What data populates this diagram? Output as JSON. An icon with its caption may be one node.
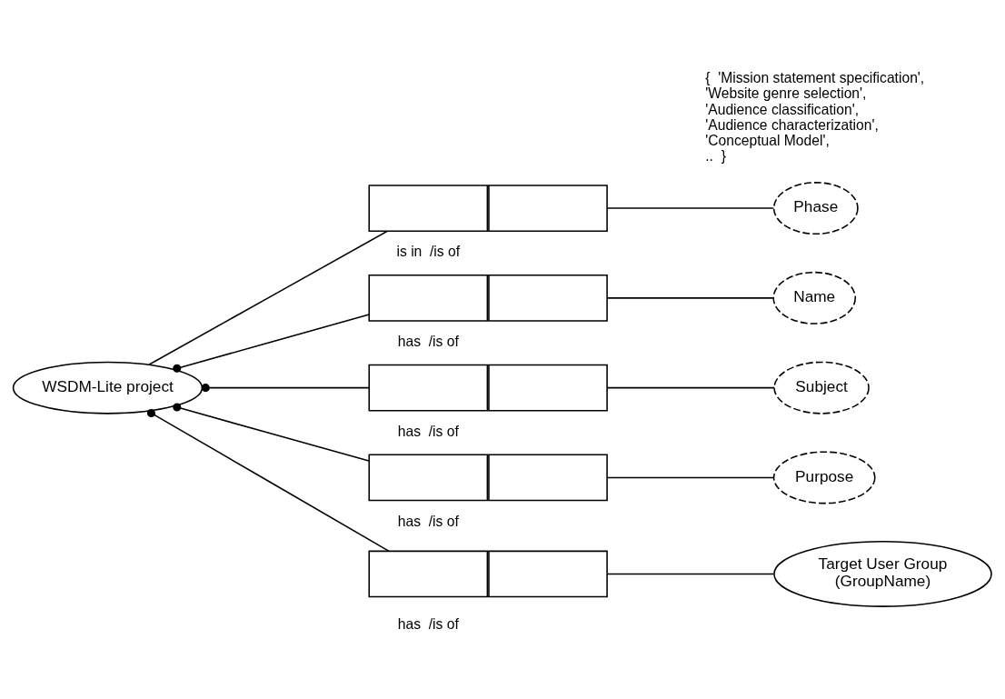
{
  "diagram": {
    "nodes": [
      {
        "text": [
          "WSDM-Lite project"
        ]
      },
      {
        "text": [],
        "shape": "box",
        "beside": [
          "is in  /is of"
        ]
      },
      {
        "text": [],
        "shape": "box"
      },
      {
        "text": [
          "Phase"
        ]
      },
      {
        "text": [],
        "shape": "box",
        "beside": [
          "has  /is of"
        ]
      },
      {
        "text": [],
        "shape": "box"
      },
      {
        "text": [
          "Name"
        ]
      },
      {
        "text": [],
        "shape": "box",
        "beside": [
          "has  /is of"
        ]
      },
      {
        "text": [],
        "shape": "box"
      },
      {
        "text": [
          "Subject"
        ]
      },
      {
        "text": [],
        "shape": "box",
        "beside": [
          "has  /is of"
        ]
      },
      {
        "text": [],
        "shape": "box"
      },
      {
        "text": [
          "Purpose"
        ]
      },
      {
        "text": [],
        "shape": "box",
        "beside": [
          "has  /is of"
        ]
      },
      {
        "text": [],
        "shape": "box"
      },
      {
        "text": [
          "Target User Group",
          "(GroupName)"
        ]
      }
    ],
    "edges": [
      {
        "from": 0,
        "to": 1,
        "arrow": "none"
      },
      {
        "from": 0,
        "to": 4,
        "arrow": "other"
      },
      {
        "from": 0,
        "to": 7,
        "arrow": "other"
      },
      {
        "from": 0,
        "to": 10,
        "arrow": "other"
      },
      {
        "from": 0,
        "to": 13,
        "arrow": "other"
      },
      {
        "from": 2,
        "to": 3,
        "arrow": "none"
      },
      {
        "from": 5,
        "to": 6,
        "arrow": "none"
      },
      {
        "from": 8,
        "to": 9,
        "arrow": "none"
      },
      {
        "from": 11,
        "to": 12,
        "arrow": "none"
      },
      {
        "from": 14,
        "to": 15,
        "arrow": "none"
      }
    ],
    "labels": [
      "{  'Mission statement specification', 'Website genre selection', 'Audience classification', 'Audience characterization', 'Conceptual Model', ..  }"
    ]
  }
}
